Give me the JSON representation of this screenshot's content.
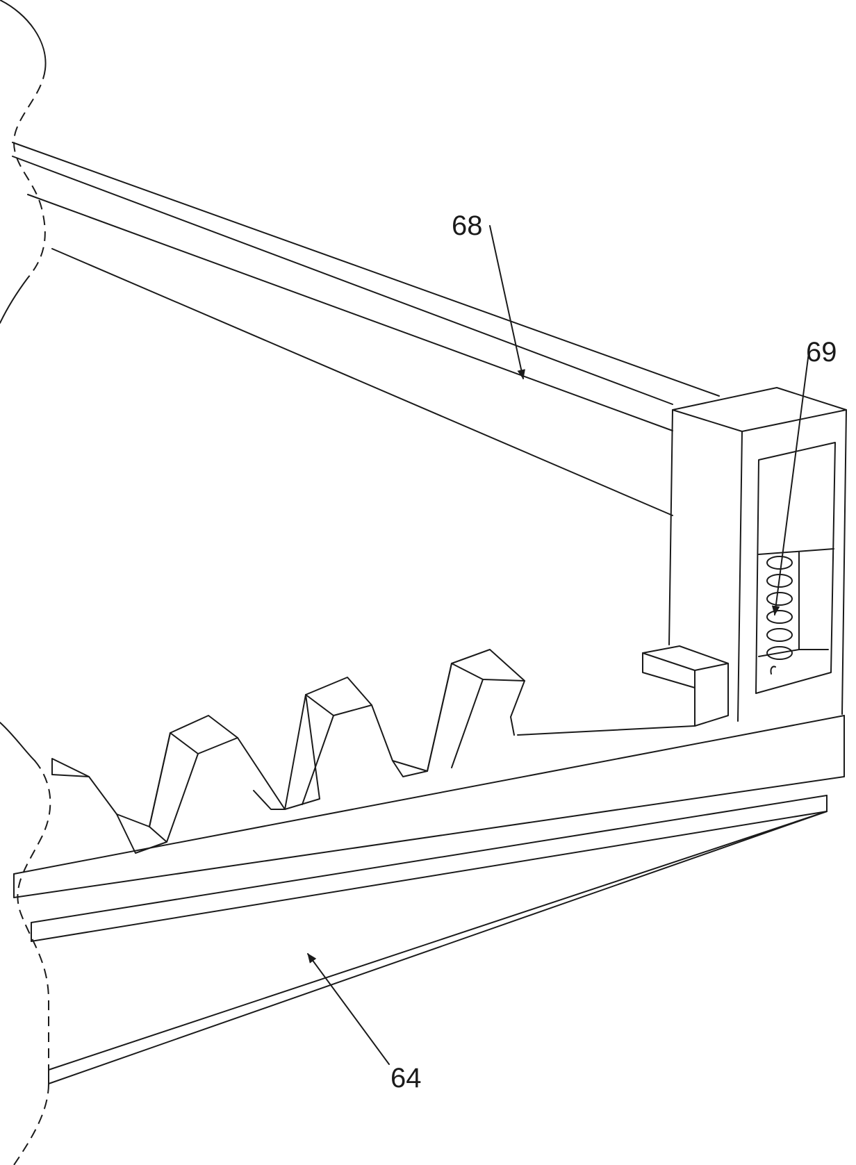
{
  "figure": {
    "labels": {
      "part_68": "68",
      "part_69": "69",
      "part_64": "64"
    },
    "ink_color": "#1a1a1a",
    "background_color": "#ffffff"
  }
}
